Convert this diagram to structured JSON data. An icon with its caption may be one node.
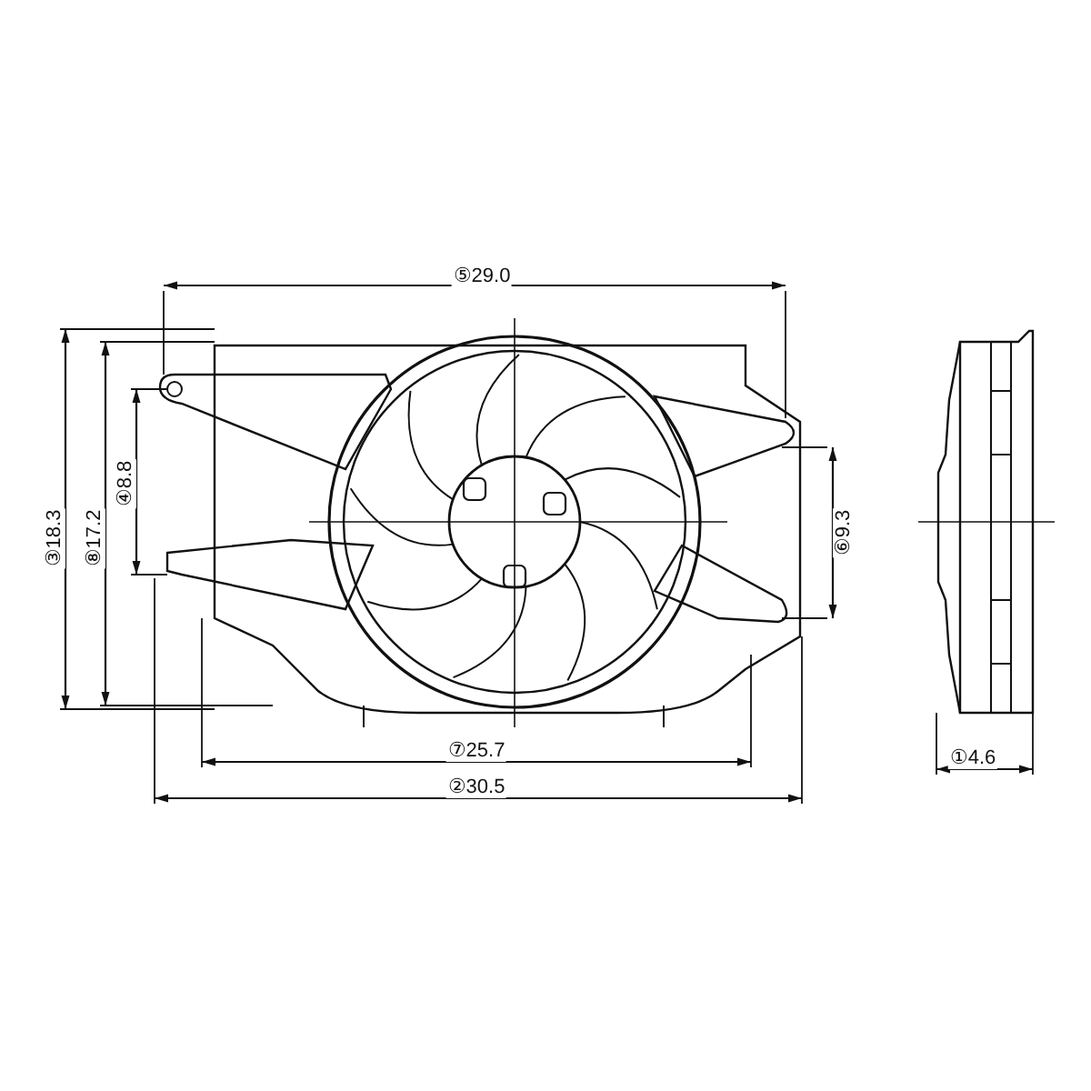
{
  "diagram": {
    "labels": [
      "⑤29.0",
      "③18.3",
      "⑧17.2",
      "④8.8",
      "⑥9.3",
      "⑦25.7",
      "②30.5",
      "①4.6"
    ]
  }
}
